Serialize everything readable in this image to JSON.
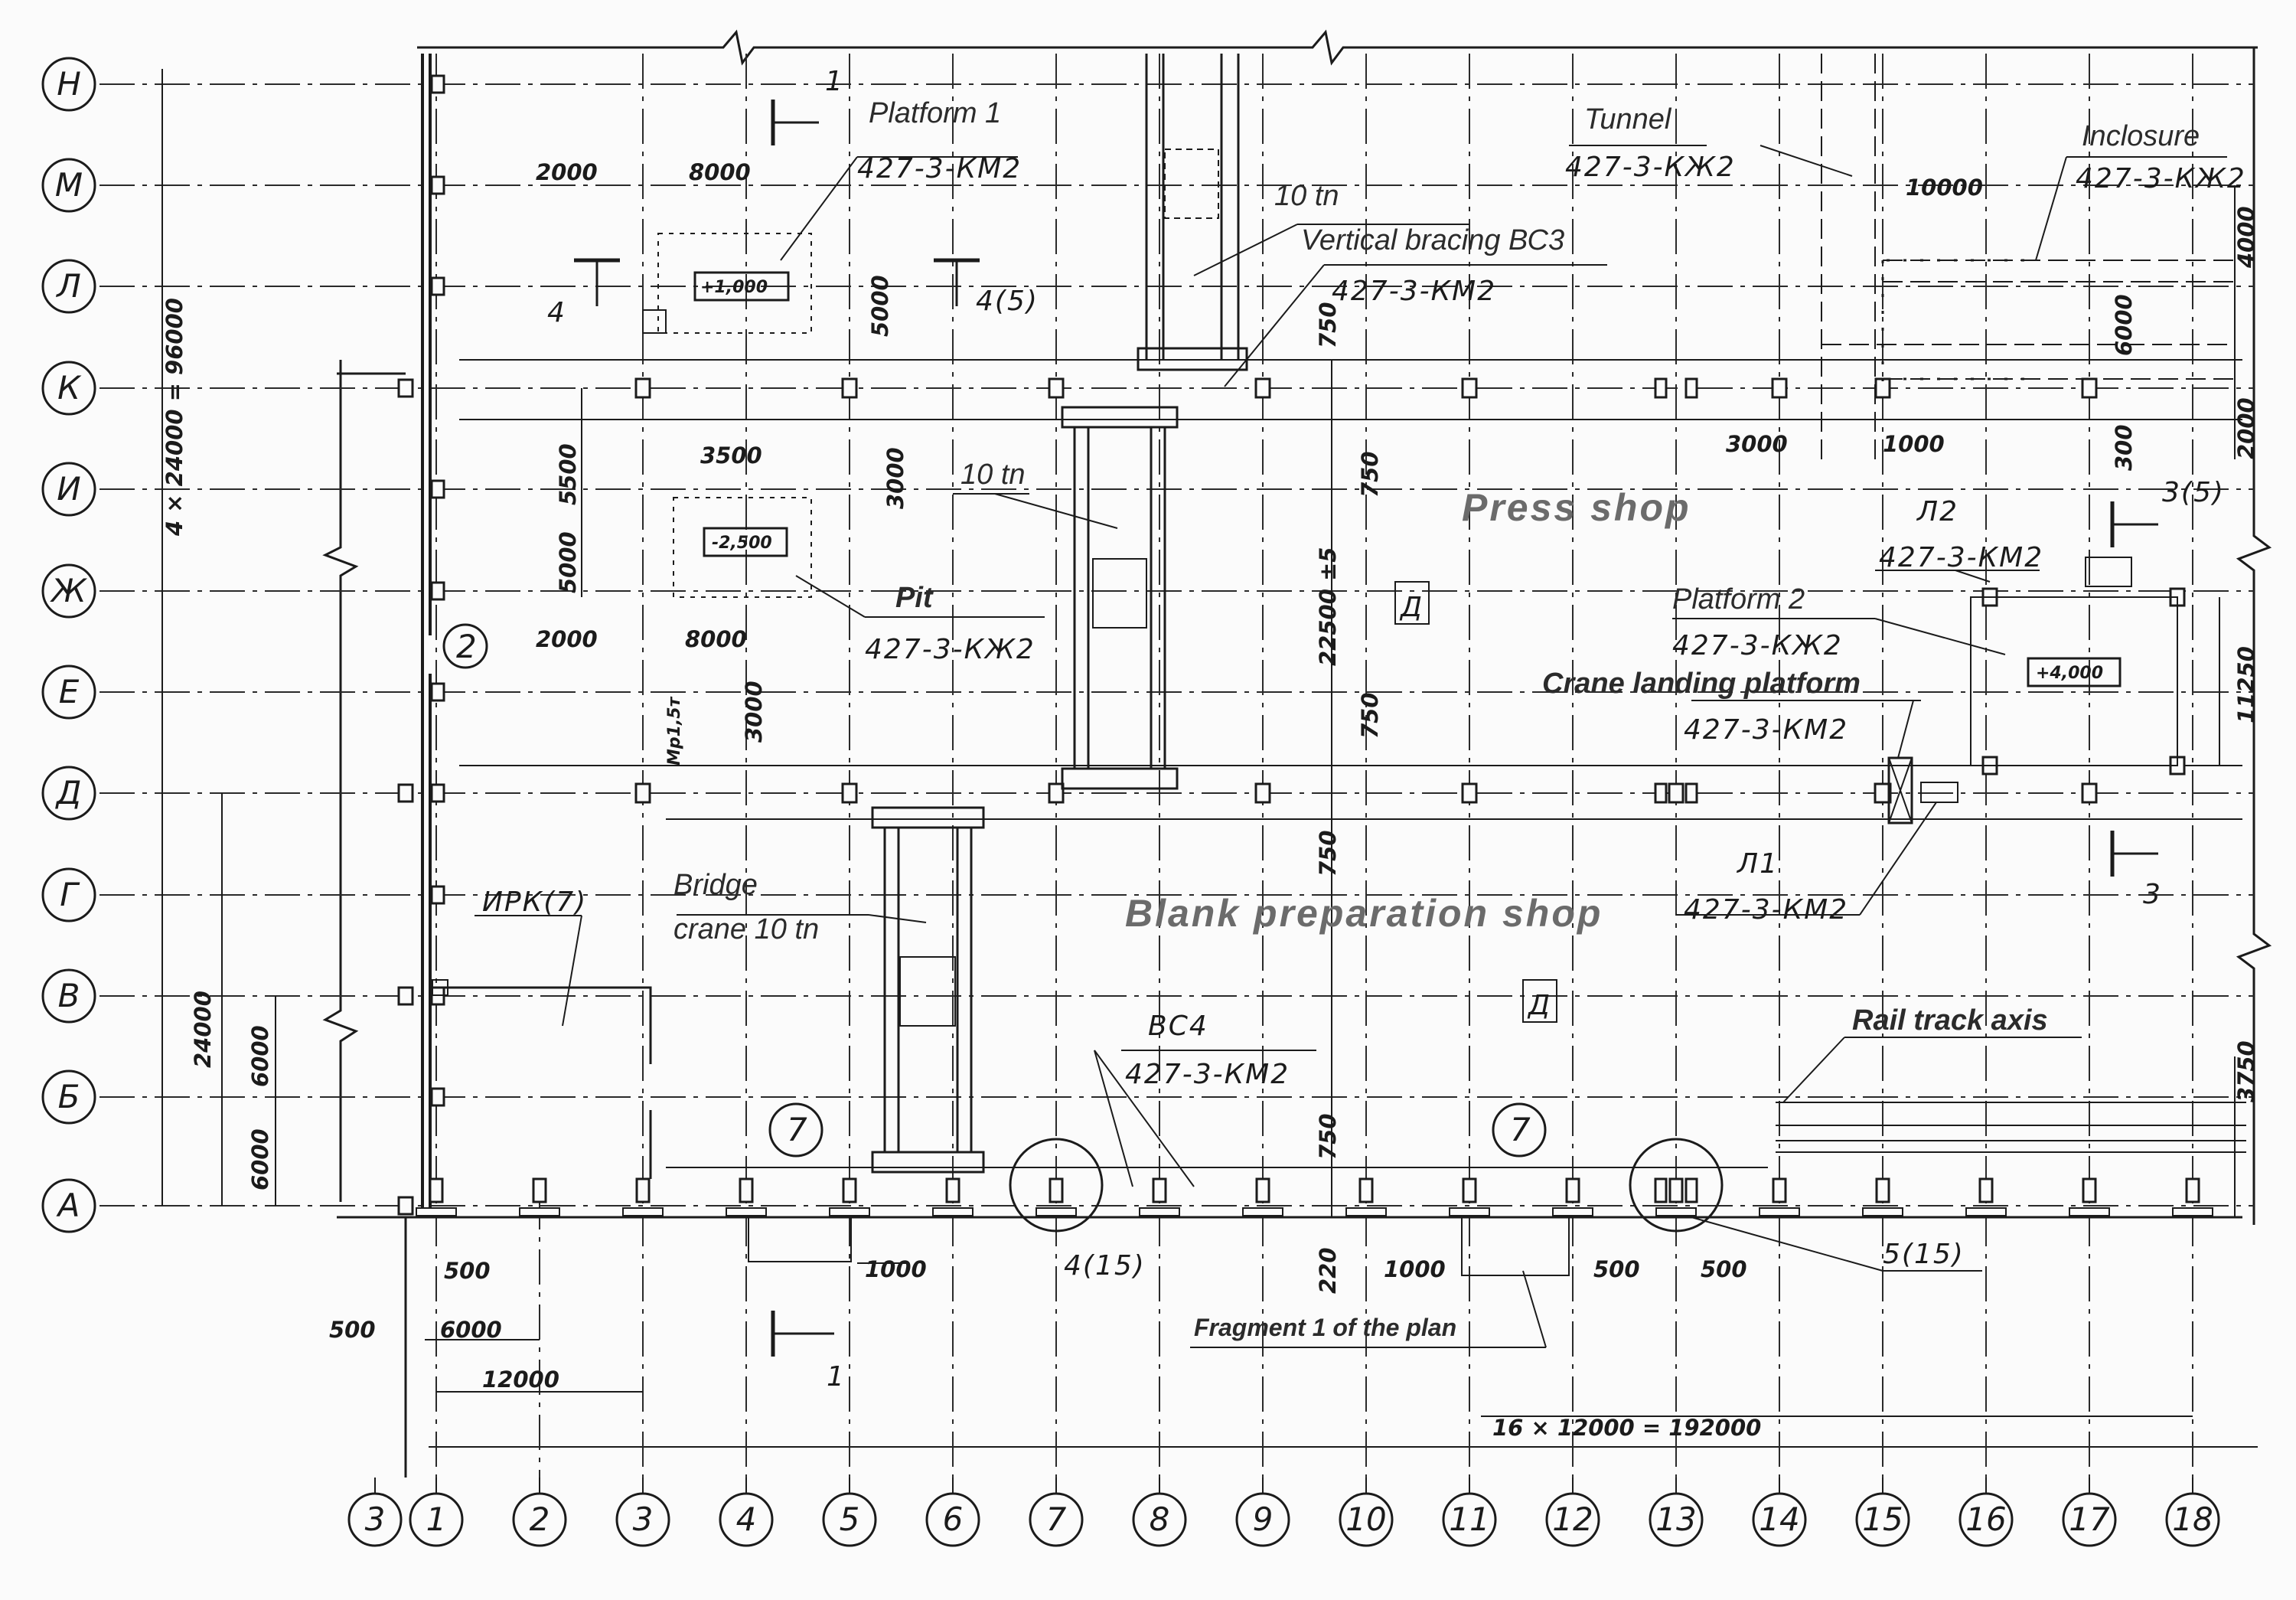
{
  "axes": {
    "rows": [
      "Н",
      "М",
      "Л",
      "К",
      "И",
      "Ж",
      "Е",
      "Д",
      "Г",
      "В",
      "Б",
      "А"
    ],
    "columns": [
      "3",
      "1",
      "2",
      "3",
      "4",
      "5",
      "6",
      "7",
      "8",
      "9",
      "10",
      "11",
      "12",
      "13",
      "14",
      "15",
      "16",
      "17",
      "18"
    ]
  },
  "labels": {
    "platform1": "Platform 1",
    "platform1_code": "427-3-КМ2",
    "tunnel": "Tunnel",
    "tunnel_code": "427-3-КЖ2",
    "inclosure": "Inclosure",
    "inclosure_code": "427-3-КЖ2",
    "crane10_top": "10 tn",
    "vbracing": "Vertical bracing ВС3",
    "vbracing_code": "427-3-КМ2",
    "crane10_mid": "10 tn",
    "press_shop": "Press shop",
    "pit": "Pit",
    "pit_code": "427-3-КЖ2",
    "l2": "Л2",
    "l2_code": "427-3-КМ2",
    "platform2": "Platform 2",
    "platform2_code": "427-3-КЖ2",
    "crane_landing": "Crane landing platform",
    "crane_landing_code": "427-3-КМ2",
    "l1": "Л1",
    "l1_code": "427-3-КМ2",
    "irk": "ИРК(7)",
    "bridge_crane_1": "Bridge",
    "bridge_crane_2": "crane 10 tn",
    "blank_shop": "Blank preparation shop",
    "vc4": "ВС4",
    "vc4_code": "427-3-КМ2",
    "rail_axis": "Rail track axis",
    "fragment": "Fragment 1 of the plan",
    "zone_d1": "Д",
    "zone_d2": "Д",
    "callout_2": "2",
    "callout_7a": "7",
    "callout_7b": "7",
    "node_4_15": "4(15)",
    "node_5_15": "5(15)",
    "mark_plus1000": "+1,000",
    "mark_minus2500": "-2,500",
    "mark_plus4000": "+4,000",
    "crane_load": "Мр1,5т"
  },
  "sections": {
    "s1_top": "1",
    "s1_bottom": "1",
    "s4_left": "4",
    "s4_right": "4(5)",
    "s3_top": "3(5)",
    "s3_bottom": "3"
  },
  "dimensions": {
    "total_height": "4 × 24000 = 96000",
    "d24000": "24000",
    "d6000_a": "6000",
    "d6000_b": "6000",
    "p1_2000": "2000",
    "p1_8000": "8000",
    "p1_5000": "5000",
    "d3000_a": "3000",
    "pit_3500": "3500",
    "pit_5500": "5500",
    "pit_5000": "5000",
    "pit_2000": "2000",
    "pit_8000": "8000",
    "d3000_b": "3000",
    "d750_a": "750",
    "d750_b": "750",
    "d22500": "22500 ±5",
    "d750_c": "750",
    "d750_d": "750",
    "d750_e": "750",
    "d220": "220",
    "t10000": "10000",
    "t4000": "4000",
    "t6000": "6000",
    "t3000": "3000",
    "t1000": "1000",
    "t300": "300",
    "t2000": "2000",
    "d11250": "11250",
    "d3750": "3750",
    "b500_a": "500",
    "b1000_a": "1000",
    "b1000_b": "1000",
    "b500_b": "500",
    "b500_c": "500",
    "b500_left": "500",
    "b6000": "6000",
    "b12000": "12000",
    "total_width": "16 × 12000 = 192000"
  }
}
